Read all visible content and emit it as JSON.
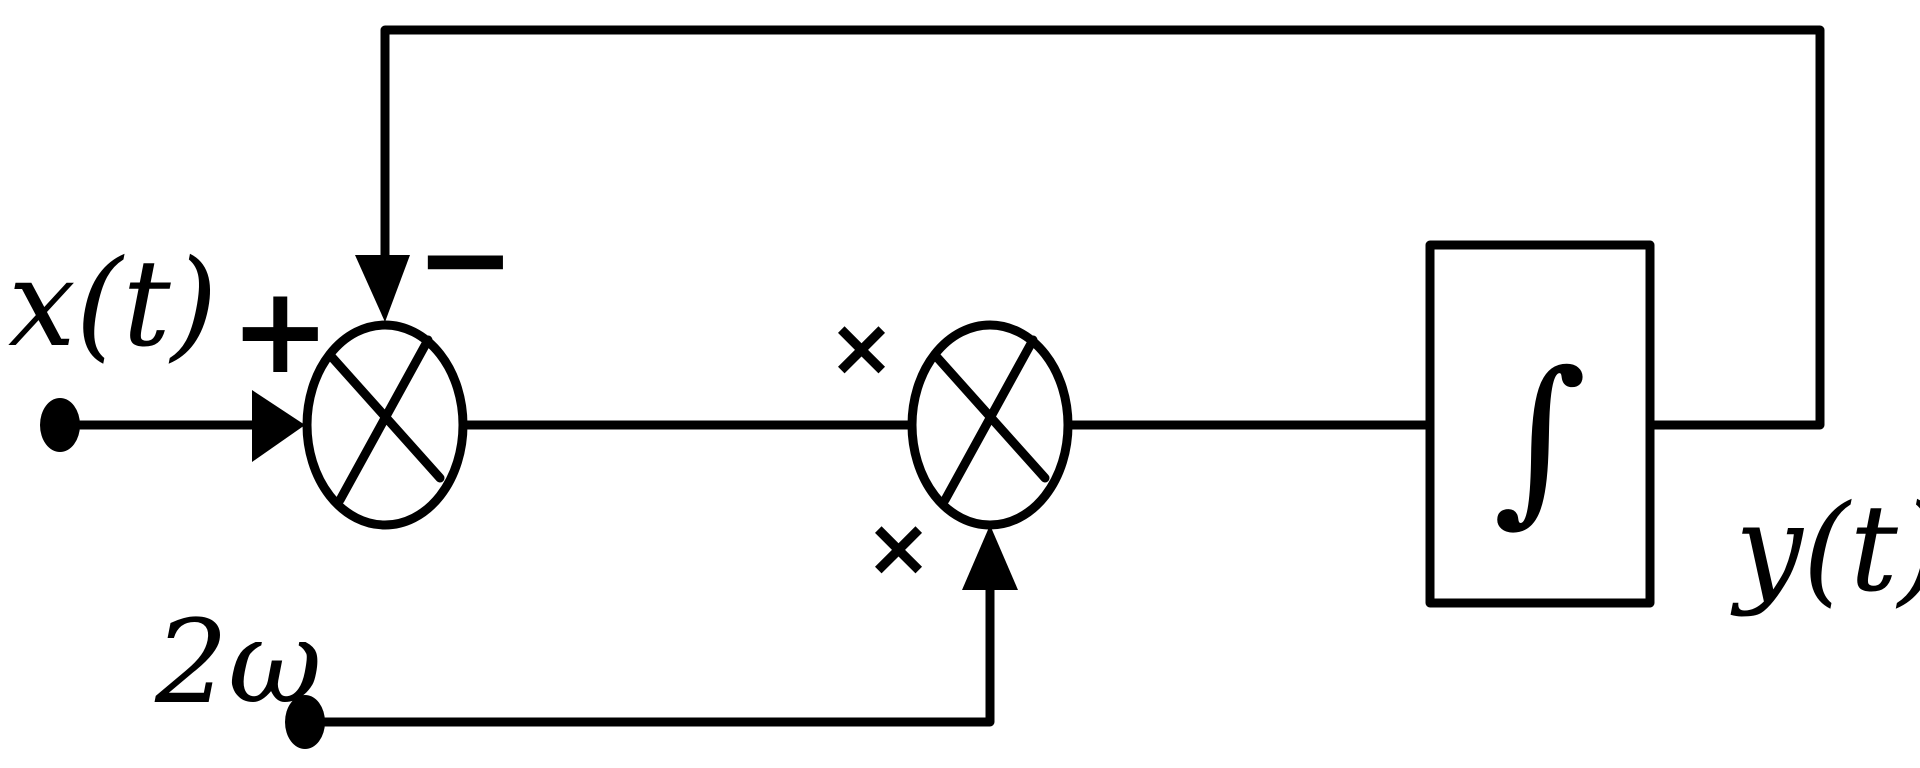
{
  "labels": {
    "input": "x(t)",
    "output": "y(t)",
    "frequency": "2ω"
  },
  "summer": {
    "plus_sign": "+",
    "minus_sign": "−"
  },
  "multiplier": {
    "input_mark_top": "×",
    "input_mark_bottom": "×"
  },
  "integrator": {
    "symbol": "∫"
  }
}
